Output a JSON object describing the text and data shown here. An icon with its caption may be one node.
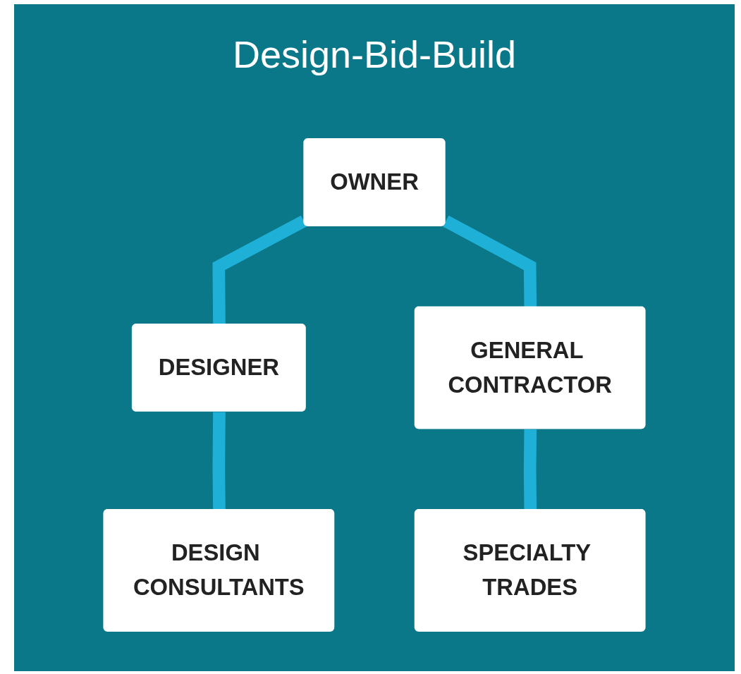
{
  "diagram": {
    "title": "Design-Bid-Build",
    "nodes": [
      {
        "text": [
          "OWNER"
        ]
      },
      {
        "text": [
          "DESIGNER"
        ]
      },
      {
        "text": [
          "GENERAL CONTRACTOR"
        ]
      },
      {
        "text": [
          "DESIGN CONSULTANTS"
        ]
      },
      {
        "text": [
          "SPECIALTY TRADES"
        ]
      }
    ],
    "edges": [
      {
        "from": 0,
        "to": 1,
        "arrow": "none"
      },
      {
        "from": 0,
        "to": 2,
        "arrow": "none"
      },
      {
        "from": 1,
        "to": 3,
        "arrow": "none"
      },
      {
        "from": 2,
        "to": 4,
        "arrow": "none"
      }
    ]
  }
}
